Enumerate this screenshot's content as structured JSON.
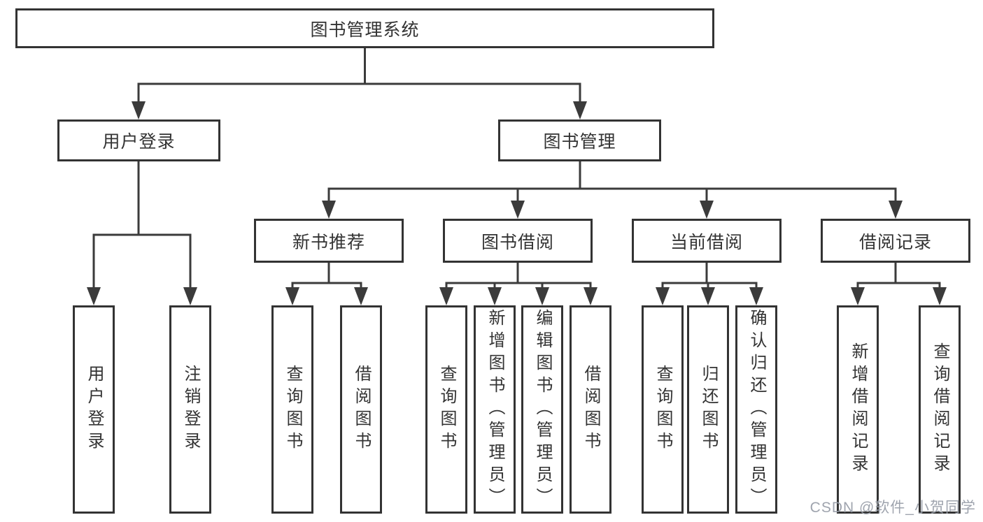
{
  "diagram": {
    "root_label": "图书管理系统",
    "level2": [
      {
        "label": "用户登录"
      },
      {
        "label": "图书管理"
      }
    ],
    "user_login_children": [
      {
        "label": "用户登录"
      },
      {
        "label": "注销登录"
      }
    ],
    "level3": [
      {
        "label": "新书推荐",
        "children": [
          {
            "label": "查询图书"
          },
          {
            "label": "借阅图书"
          }
        ]
      },
      {
        "label": "图书借阅",
        "children": [
          {
            "label": "查询图书"
          },
          {
            "label": "新增图书（管理员）"
          },
          {
            "label": "编辑图书（管理员）"
          },
          {
            "label": "借阅图书"
          }
        ]
      },
      {
        "label": "当前借阅",
        "children": [
          {
            "label": "查询图书"
          },
          {
            "label": "归还图书"
          },
          {
            "label": "确认归还（管理员）"
          }
        ]
      },
      {
        "label": "借阅记录",
        "children": [
          {
            "label": "新增借阅记录"
          },
          {
            "label": "查询借阅记录"
          }
        ]
      }
    ]
  },
  "watermark": {
    "text": "CSDN @软件_小贺同学"
  },
  "colors": {
    "line": "#3b3b3b",
    "box_border": "#333333",
    "box_fill": "#ffffff",
    "text": "#333333",
    "watermark": "#9aa0aa",
    "background": "#ffffff"
  }
}
